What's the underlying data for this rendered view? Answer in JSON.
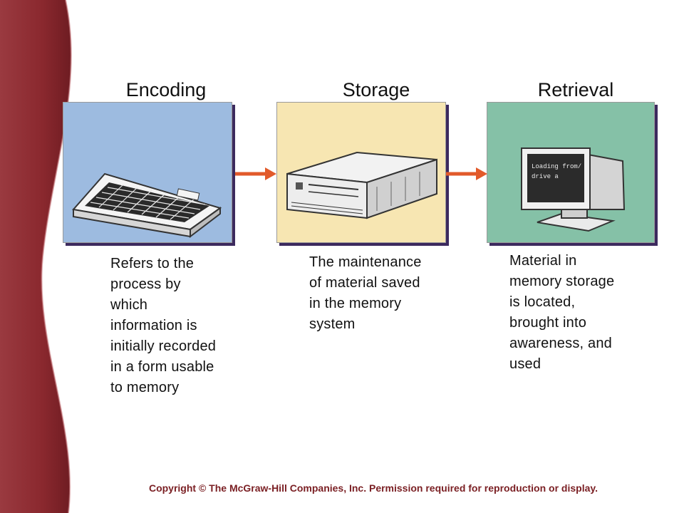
{
  "stages": [
    {
      "title": "Encoding",
      "icon": "keyboard-icon",
      "panel_color": "#9dbbe0",
      "description": [
        "Refers to the",
        "process by",
        "which",
        "information is",
        "initially recorded",
        "in a form usable",
        "to memory"
      ]
    },
    {
      "title": "Storage",
      "icon": "computer-box-icon",
      "panel_color": "#f7e6b2",
      "description": [
        "The maintenance",
        "of material saved",
        "in the memory",
        "system"
      ]
    },
    {
      "title": "Retrieval",
      "icon": "monitor-icon",
      "panel_color": "#85c1a7",
      "screen_text": [
        "Loading from/",
        "drive a"
      ],
      "description": [
        "Material in",
        "memory storage",
        "is located,",
        "brought into",
        "awareness, and",
        "used"
      ]
    }
  ],
  "colors": {
    "arrow": "#e25a2a",
    "side_band": "#8c2a30",
    "copyright": "#7a1f23"
  },
  "copyright": "Copyright © The McGraw-Hill Companies, Inc. Permission required for reproduction or display."
}
